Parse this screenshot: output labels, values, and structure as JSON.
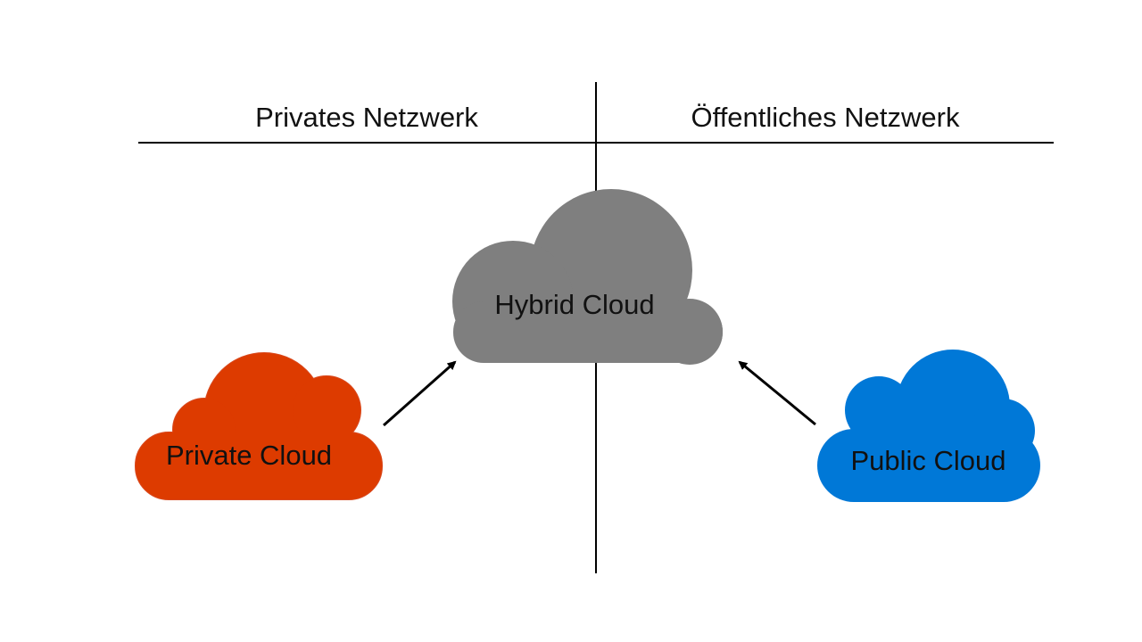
{
  "headers": {
    "private_network": "Privates Netzwerk",
    "public_network": "Öffentliches Netzwerk"
  },
  "clouds": {
    "hybrid": {
      "label": "Hybrid Cloud",
      "color": "#7f7f7f"
    },
    "private": {
      "label": "Private Cloud",
      "color": "#dd3b00"
    },
    "public": {
      "label": "Public Cloud",
      "color": "#0078d7"
    }
  },
  "edges": [
    {
      "from": "private",
      "to": "hybrid"
    },
    {
      "from": "public",
      "to": "hybrid"
    }
  ],
  "colors": {
    "lines": "#000000",
    "text": "#111111"
  }
}
